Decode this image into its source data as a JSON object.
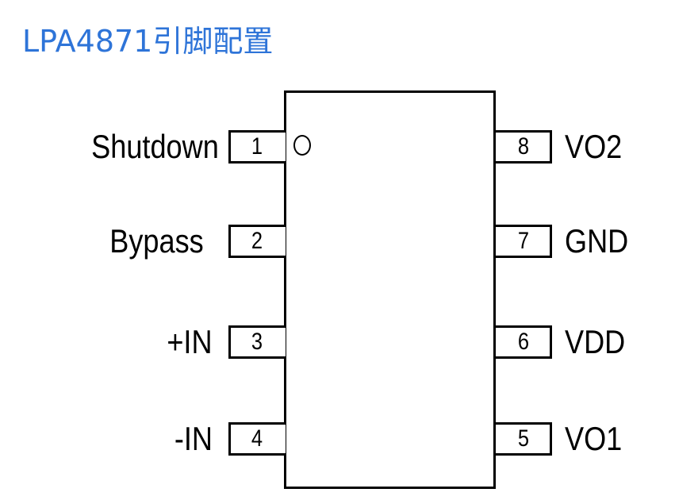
{
  "title": {
    "text": "LPA4871引脚配置",
    "color": "#2e74d8"
  },
  "chip": {
    "left_pins": [
      {
        "number": "1",
        "label": "Shutdown"
      },
      {
        "number": "2",
        "label": "Bypass"
      },
      {
        "number": "3",
        "label": "+IN"
      },
      {
        "number": "4",
        "label": "-IN"
      }
    ],
    "right_pins": [
      {
        "number": "8",
        "label": "VO2"
      },
      {
        "number": "7",
        "label": "GND"
      },
      {
        "number": "6",
        "label": "VDD"
      },
      {
        "number": "5",
        "label": "VO1"
      }
    ]
  }
}
